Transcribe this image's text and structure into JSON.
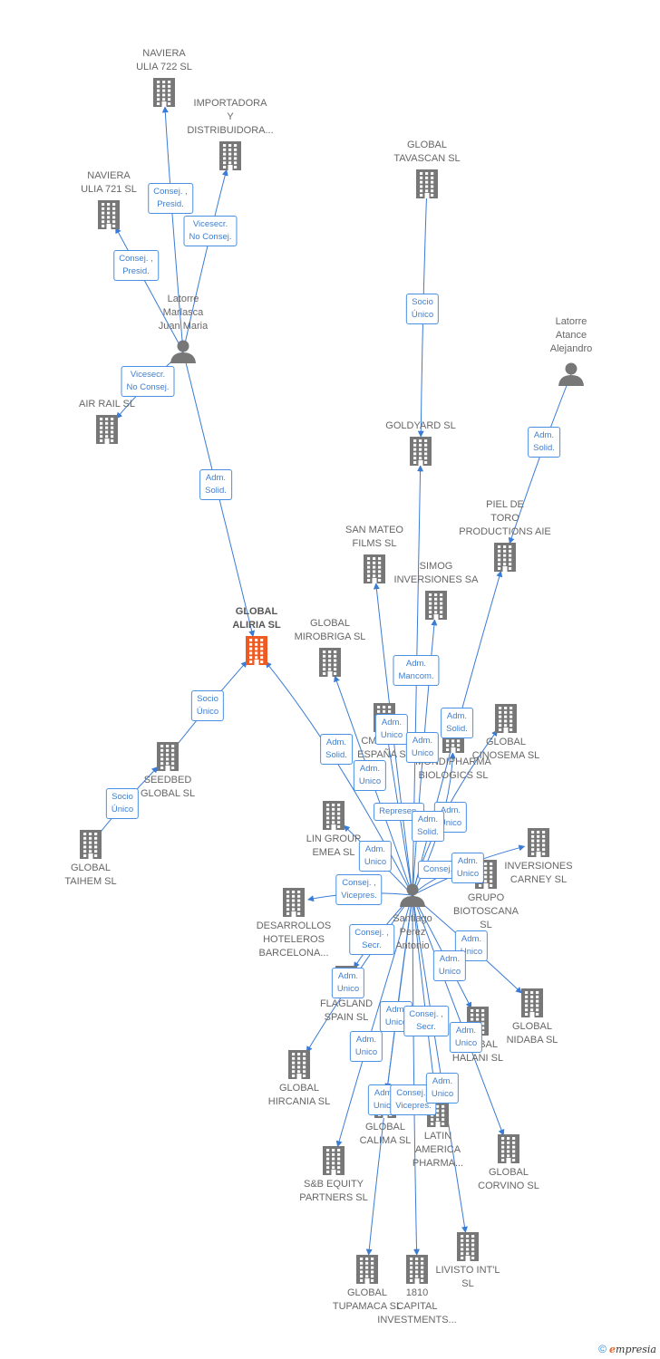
{
  "colors": {
    "edge": "#3a7bd5",
    "node": "#777777",
    "highlight": "#ee5a24",
    "badge_text": "#3f7fcf"
  },
  "nodes": [
    {
      "id": "naviera722",
      "type": "company",
      "label": "NAVIERA\nULIA 722  SL"
    },
    {
      "id": "importadora",
      "type": "company",
      "label": "IMPORTADORA\nY\nDISTRIBUIDORA..."
    },
    {
      "id": "naviera721",
      "type": "company",
      "label": "NAVIERA\nULIA 721  SL"
    },
    {
      "id": "latorre_marlasca",
      "type": "person",
      "label": "Latorre\nMarlasca\nJuan Maria"
    },
    {
      "id": "airrail",
      "type": "company",
      "label": "AIR RAIL SL"
    },
    {
      "id": "tavascan",
      "type": "company",
      "label": "GLOBAL\nTAVASCAN  SL"
    },
    {
      "id": "goldyard",
      "type": "company",
      "label": "GOLDYARD SL"
    },
    {
      "id": "latorre_atance",
      "type": "person",
      "label": "Latorre\nAtance\nAlejandro"
    },
    {
      "id": "pieldetoro",
      "type": "company",
      "label": "PIEL DE\nTORO\nPRODUCTIONS AIE"
    },
    {
      "id": "sanmateo",
      "type": "company",
      "label": "SAN MATEO\nFILMS SL"
    },
    {
      "id": "simog",
      "type": "company",
      "label": "SIMOG\nINVERSIONES SA"
    },
    {
      "id": "aliria",
      "type": "company",
      "label": "GLOBAL\nALIRIA  SL",
      "highlight": true
    },
    {
      "id": "mirobriga",
      "type": "company",
      "label": "GLOBAL\nMIROBRIGA SL"
    },
    {
      "id": "cmed",
      "type": "company",
      "label": "CMED CR\nESPAÑA SL"
    },
    {
      "id": "mondipharma",
      "type": "company",
      "label": "MONDIPHARMA\nBIOLOGICS SL"
    },
    {
      "id": "cinosema",
      "type": "company",
      "label": "GLOBAL\nCINOSEMA SL"
    },
    {
      "id": "seedbed",
      "type": "company",
      "label": "SEEDBED\nGLOBAL  SL"
    },
    {
      "id": "taihem",
      "type": "company",
      "label": "GLOBAL\nTAIHEM SL"
    },
    {
      "id": "lingroup",
      "type": "company",
      "label": "LIN GROUP\nEMEA  SL"
    },
    {
      "id": "carney",
      "type": "company",
      "label": "INVERSIONES\nCARNEY SL"
    },
    {
      "id": "biotoscana",
      "type": "company",
      "label": "GRUPO\nBIOTOSCANA\nSL"
    },
    {
      "id": "santiago",
      "type": "person",
      "label": "Santiago\nPerez\nAntonio"
    },
    {
      "id": "desarrollos",
      "type": "company",
      "label": "DESARROLLOS\nHOTELEROS\nBARCELONA..."
    },
    {
      "id": "flagland",
      "type": "company",
      "label": "FLAGLAND\nSPAIN SL"
    },
    {
      "id": "nidaba",
      "type": "company",
      "label": "GLOBAL\nNIDABA  SL"
    },
    {
      "id": "halani",
      "type": "company",
      "label": "GLOBAL\nHALANI  SL"
    },
    {
      "id": "hircania",
      "type": "company",
      "label": "GLOBAL\nHIRCANIA  SL"
    },
    {
      "id": "calima",
      "type": "company",
      "label": "GLOBAL\nCALIMA SL"
    },
    {
      "id": "latinamerica",
      "type": "company",
      "label": "LATIN\nAMERICA\nPHARMA..."
    },
    {
      "id": "corvino",
      "type": "company",
      "label": "GLOBAL\nCORVINO SL"
    },
    {
      "id": "sbequity",
      "type": "company",
      "label": "S&B EQUITY\nPARTNERS  SL"
    },
    {
      "id": "tupamaca",
      "type": "company",
      "label": "GLOBAL\nTUPAMACA SL"
    },
    {
      "id": "capital1810",
      "type": "company",
      "label": "1810\nCAPITAL\nINVESTMENTS..."
    },
    {
      "id": "livisto",
      "type": "company",
      "label": "LIVISTO INT'L\nSL"
    }
  ],
  "edges": [
    {
      "from": "latorre_marlasca",
      "to": "naviera722",
      "label": "Consej. ,\nPresid."
    },
    {
      "from": "latorre_marlasca",
      "to": "importadora",
      "label": "Vicesecr.\nNo Consej."
    },
    {
      "from": "latorre_marlasca",
      "to": "naviera721",
      "label": "Consej. ,\nPresid."
    },
    {
      "from": "latorre_marlasca",
      "to": "airrail",
      "label": "Vicesecr.\nNo Consej."
    },
    {
      "from": "latorre_marlasca",
      "to": "aliria",
      "label": "Adm.\nSolid."
    },
    {
      "from": "tavascan",
      "to": "goldyard",
      "label": "Socio\nÚnico"
    },
    {
      "from": "latorre_atance",
      "to": "pieldetoro",
      "label": "Adm.\nSolid."
    },
    {
      "from": "seedbed",
      "to": "aliria",
      "label": "Socio\nÚnico"
    },
    {
      "from": "taihem",
      "to": "seedbed",
      "label": "Socio\nÚnico"
    },
    {
      "from": "santiago",
      "to": "aliria",
      "label": "Adm.\nSolid."
    },
    {
      "from": "santiago",
      "to": "mirobriga",
      "label": "Adm.\nUnico"
    },
    {
      "from": "santiago",
      "to": "sanmateo",
      "label": "Adm.\nUnico"
    },
    {
      "from": "santiago",
      "to": "goldyard",
      "label": "Adm.\nMancom."
    },
    {
      "from": "santiago",
      "to": "simog",
      "label": "Adm.\nUnico"
    },
    {
      "from": "santiago",
      "to": "pieldetoro",
      "label": "Adm.\nSolid."
    },
    {
      "from": "santiago",
      "to": "mondipharma",
      "label": "Adm.\nUnico"
    },
    {
      "from": "santiago",
      "to": "cmed",
      "label": "Represen."
    },
    {
      "from": "santiago",
      "to": "cinosema",
      "label": "Adm.\nSolid."
    },
    {
      "from": "santiago",
      "to": "lingroup",
      "label": "Adm.\nUnico"
    },
    {
      "from": "santiago",
      "to": "carney",
      "label": "Consej."
    },
    {
      "from": "santiago",
      "to": "biotoscana",
      "label": "Adm.\nUnico"
    },
    {
      "from": "santiago",
      "to": "desarrollos",
      "label": "Consej. ,\nVicepres."
    },
    {
      "from": "santiago",
      "to": "flagland",
      "label": "Consej. ,\nSecr."
    },
    {
      "from": "santiago",
      "to": "nidaba",
      "label": "Adm.\nUnico"
    },
    {
      "from": "santiago",
      "to": "halani",
      "label": "Adm.\nUnico"
    },
    {
      "from": "santiago",
      "to": "hircania",
      "label": "Adm.\nUnico"
    },
    {
      "from": "santiago",
      "to": "calima",
      "label": "Adm.\nUnico"
    },
    {
      "from": "santiago",
      "to": "latinamerica",
      "label": "Consej. ,\nSecr."
    },
    {
      "from": "santiago",
      "to": "corvino",
      "label": "Adm.\nUnico"
    },
    {
      "from": "santiago",
      "to": "sbequity",
      "label": "Adm.\nUnico"
    },
    {
      "from": "santiago",
      "to": "tupamaca",
      "label": "Adm.\nUnico"
    },
    {
      "from": "santiago",
      "to": "capital1810",
      "label": "Consej. ,\nVicepres."
    },
    {
      "from": "santiago",
      "to": "livisto",
      "label": "Adm.\nUnico"
    }
  ],
  "footer": {
    "copyright": "©",
    "brand_initial": "e",
    "brand_rest": "mpresia"
  }
}
